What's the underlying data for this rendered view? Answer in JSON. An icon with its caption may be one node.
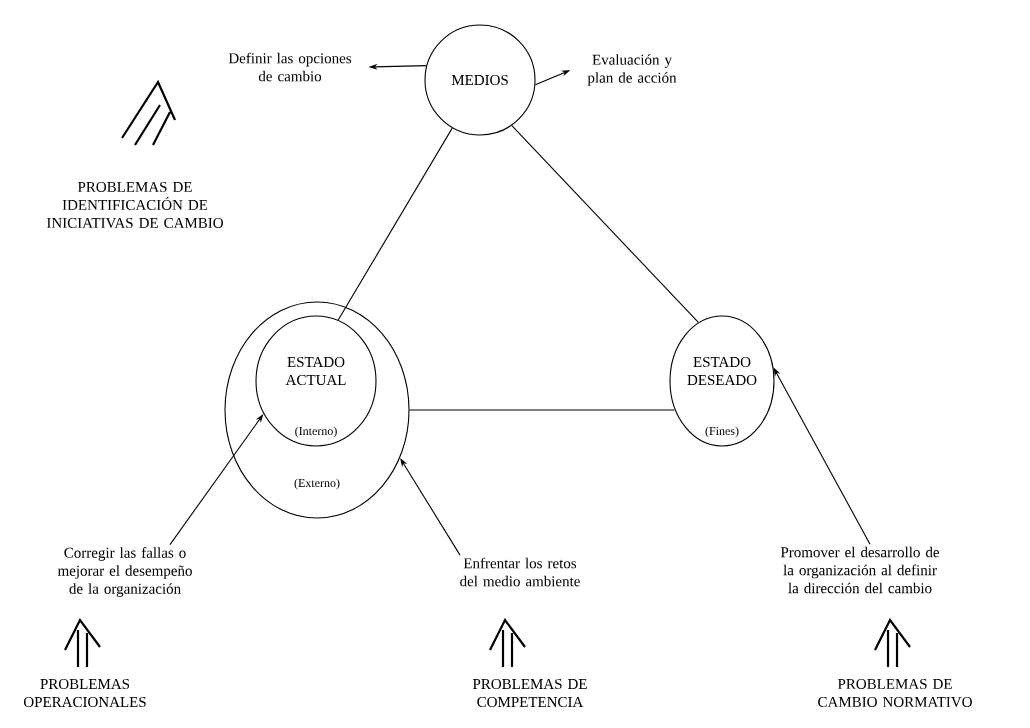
{
  "diagram": {
    "nodes": [
      {
        "text": [
          "MEDIOS"
        ]
      },
      {
        "text": [
          "(Externo)"
        ]
      },
      {
        "text": [
          "ESTADO ACTUAL",
          "(Interno)"
        ],
        "in": 1
      },
      {
        "text": [
          "ESTADO DESEADO",
          "(Fines)"
        ]
      },
      {
        "text": [
          "Definir las opciones de cambio"
        ]
      },
      {
        "text": [
          "Evaluación y plan de acción"
        ]
      },
      {
        "text": [
          "Corregir las fallas o mejorar el desempeño de la organización"
        ]
      },
      {
        "text": [
          "Enfrentar los retos del medio ambiente"
        ]
      },
      {
        "text": [
          "Promover el desarrollo de la organización al definir la dirección del cambio"
        ]
      }
    ],
    "edges": [
      {
        "from": 0,
        "to": 2,
        "arrow": "none"
      },
      {
        "from": 0,
        "to": 3,
        "arrow": "none"
      },
      {
        "from": 1,
        "to": 3,
        "arrow": "none"
      },
      {
        "from": 0,
        "to": 4,
        "arrow": "to"
      },
      {
        "from": 0,
        "to": 5,
        "arrow": "to"
      },
      {
        "from": 6,
        "to": 2,
        "arrow": "to"
      },
      {
        "from": 7,
        "to": 1,
        "arrow": "to"
      },
      {
        "from": 8,
        "to": 3,
        "arrow": "to"
      }
    ],
    "labels": [
      "PROBLEMAS DE IDENTIFICACIÓN DE INICIATIVAS DE CAMBIO",
      "PROBLEMAS OPERACIONALES",
      "PROBLEMAS DE COMPETENCIA",
      "PROBLEMAS DE CAMBIO NORMATIVO"
    ]
  }
}
